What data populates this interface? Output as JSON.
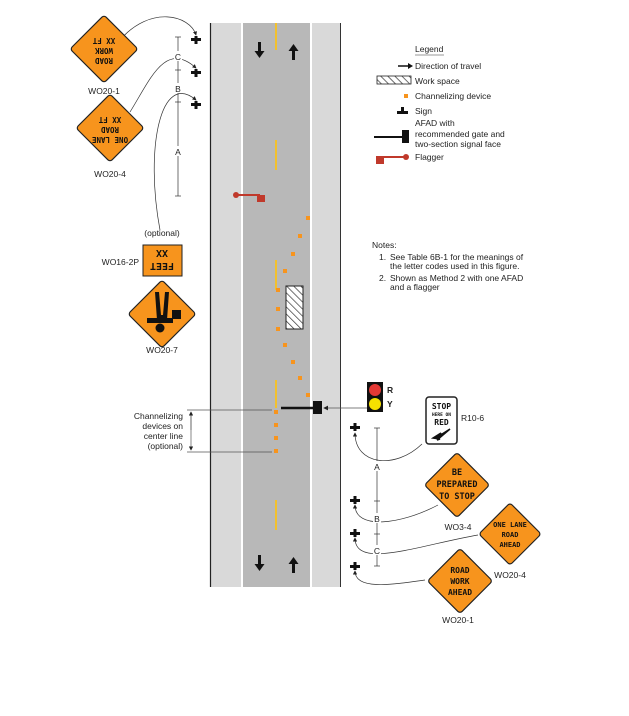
{
  "legend": {
    "title": "Legend",
    "items": [
      {
        "icon": "arrow-right-icon",
        "label": "Direction of travel"
      },
      {
        "icon": "hatched-box-icon",
        "label": "Work space"
      },
      {
        "icon": "orange-dot-icon",
        "label": "Channelizing device"
      },
      {
        "icon": "sign-post-icon",
        "label": "Sign"
      },
      {
        "icon": "afad-icon",
        "label_lines": [
          "AFAD with",
          "recommended gate and",
          "two-section signal face"
        ]
      },
      {
        "icon": "flagger-icon",
        "label": "Flagger"
      }
    ]
  },
  "notes": {
    "title": "Notes:",
    "items": [
      {
        "num": "1.",
        "lines": [
          "See Table 6B-1 for the meanings of",
          "the letter codes used in this figure."
        ]
      },
      {
        "num": "2.",
        "lines": [
          "Shown as Method 2 with one AFAD",
          "and a flagger"
        ]
      }
    ]
  },
  "left_signs": {
    "wo20_1": {
      "code": "WO20-1",
      "lines": [
        "XX FT",
        "WORK",
        "ROAD"
      ]
    },
    "wo20_4": {
      "code": "WO20-4",
      "lines": [
        "XX FT",
        "ROAD",
        "ONE LANE"
      ]
    },
    "optional": "(optional)",
    "wo16_2p": {
      "code": "WO16-2P",
      "lines": [
        "FEET",
        "XX"
      ]
    },
    "wo20_7": {
      "code": "WO20-7"
    }
  },
  "right_signs": {
    "r10_6": {
      "code": "R10-6",
      "lines": [
        "STOP",
        "HERE ON",
        "RED"
      ]
    },
    "wo3_4": {
      "code": "WO3-4",
      "lines": [
        "BE",
        "PREPARED",
        "TO STOP"
      ]
    },
    "wo20_4": {
      "code": "WO20-4",
      "lines": [
        "ONE LANE",
        "ROAD",
        "AHEAD"
      ]
    },
    "wo20_1": {
      "code": "WO20-1",
      "lines": [
        "ROAD",
        "WORK",
        "AHEAD"
      ]
    }
  },
  "signal": {
    "red_label": "R",
    "yellow_label": "Y"
  },
  "dimensions": {
    "a": "A",
    "b": "B",
    "c": "C"
  },
  "center_note": [
    "Channelizing",
    "devices on",
    "center line",
    "(optional)"
  ],
  "colors": {
    "orange": "#F7941D",
    "flagger": "#C0392B",
    "road": "#B8B8B8",
    "shoulder": "#D9D9D9",
    "yellow": "#F2C12E"
  }
}
